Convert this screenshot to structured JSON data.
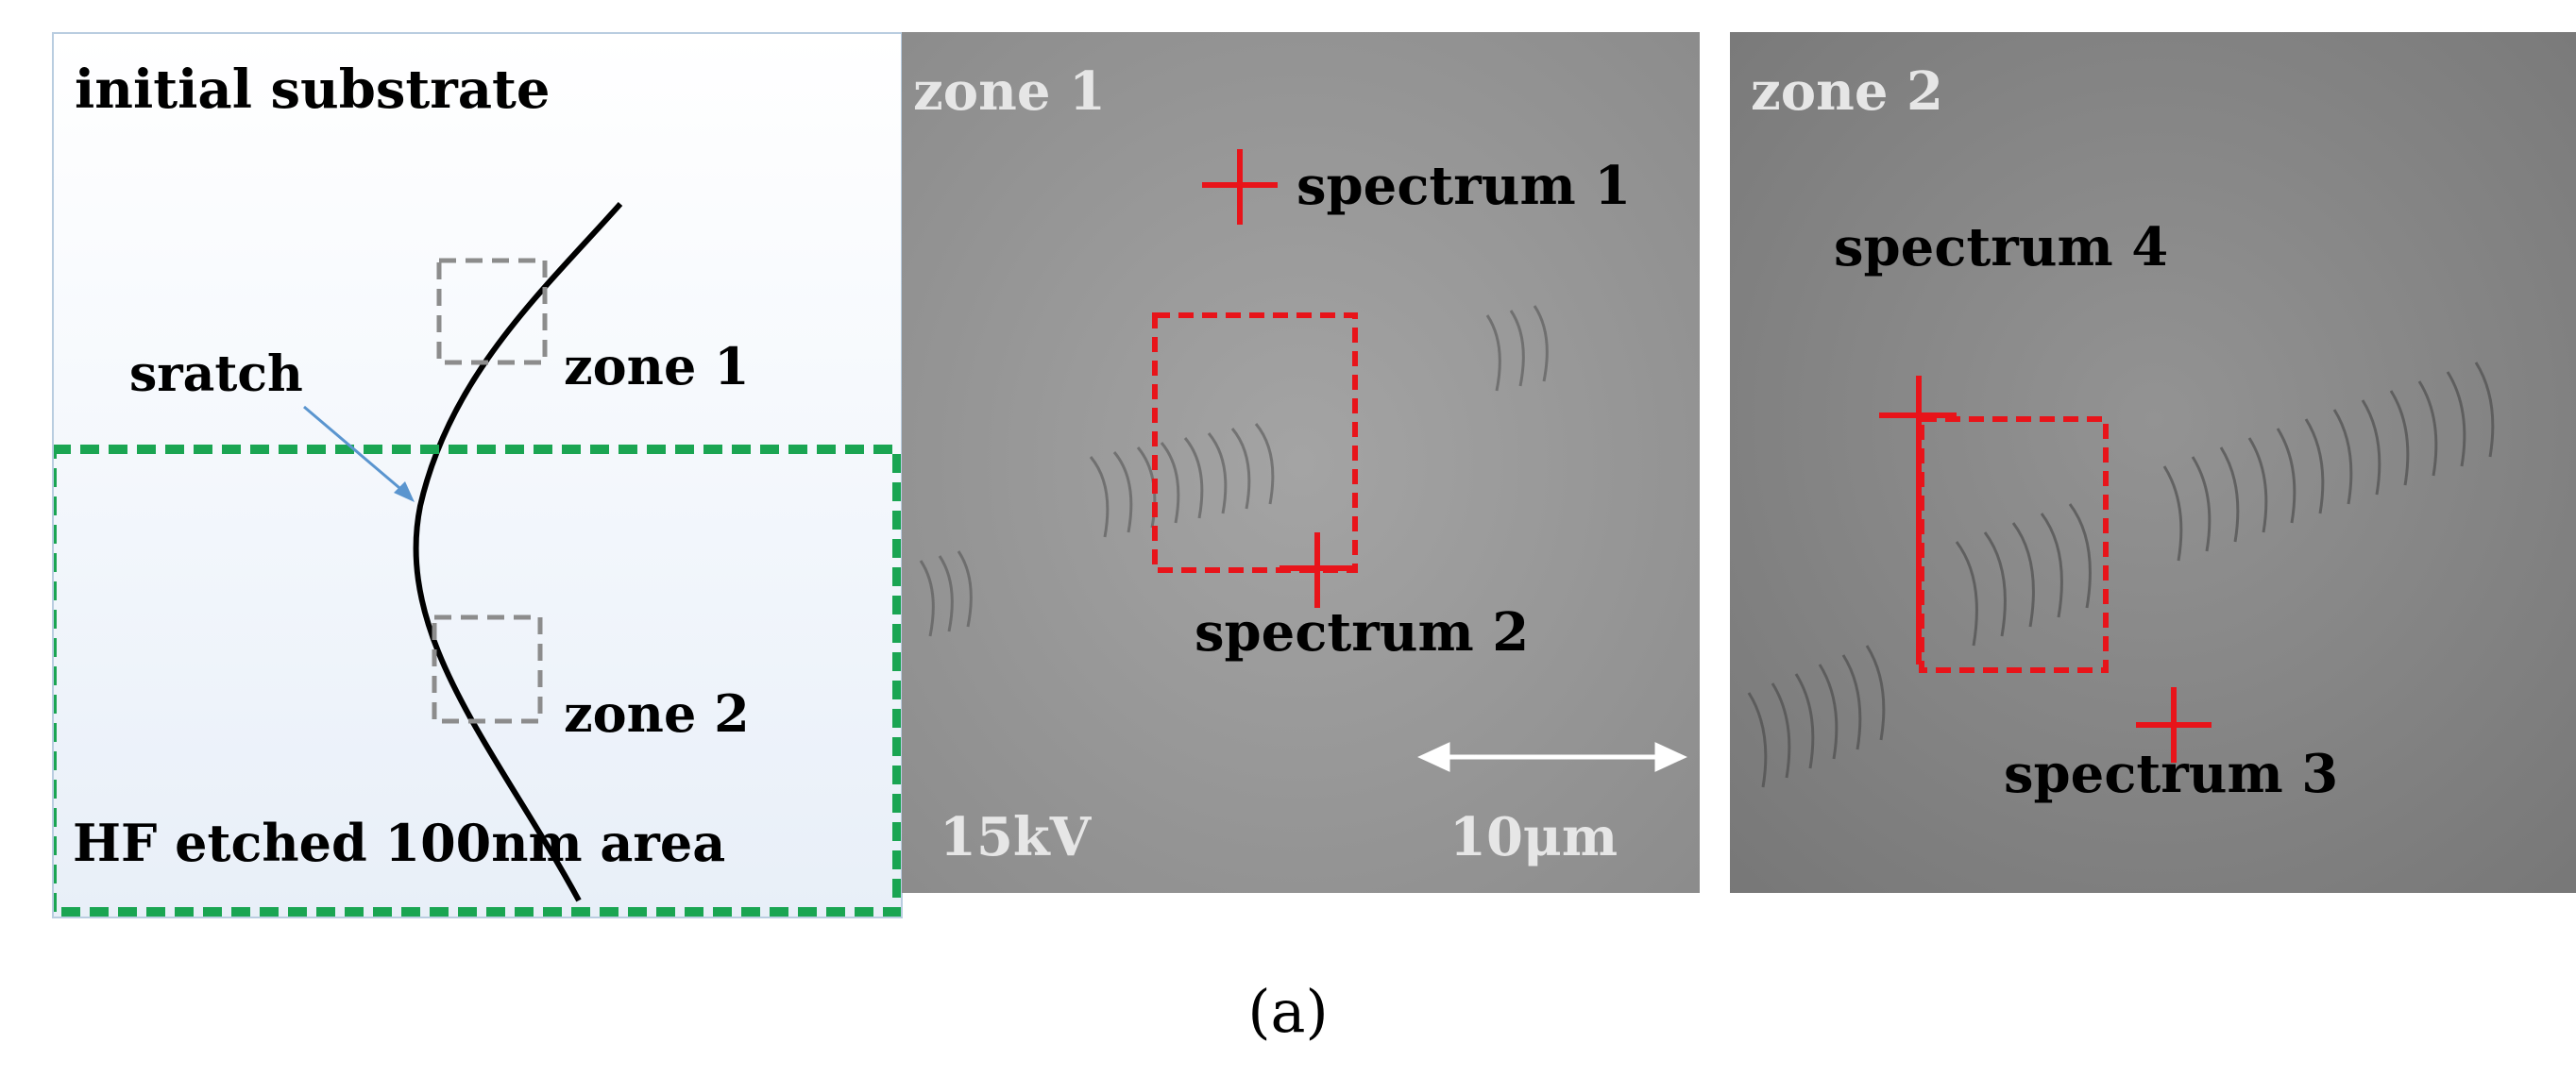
{
  "schematic": {
    "title": "initial substrate",
    "scratch_label": "sratch",
    "zone1_label": "zone 1",
    "zone2_label": "zone 2",
    "etched_label": "HF etched 100nm area"
  },
  "sem_zone1": {
    "title": "zone 1",
    "spectrum1": "spectrum 1",
    "spectrum2": "spectrum 2",
    "voltage": "15kV",
    "scale_bar": "10μm"
  },
  "sem_zone2": {
    "title": "zone 2",
    "spectrum3": "spectrum 3",
    "spectrum4": "spectrum 4"
  },
  "caption": "(a)",
  "colors": {
    "marker": "#e8141a",
    "etched_box": "#1aa552",
    "zone_box": "#8c8c8c",
    "sem1_bg": "#969696",
    "sem2_bg": "#848484"
  }
}
